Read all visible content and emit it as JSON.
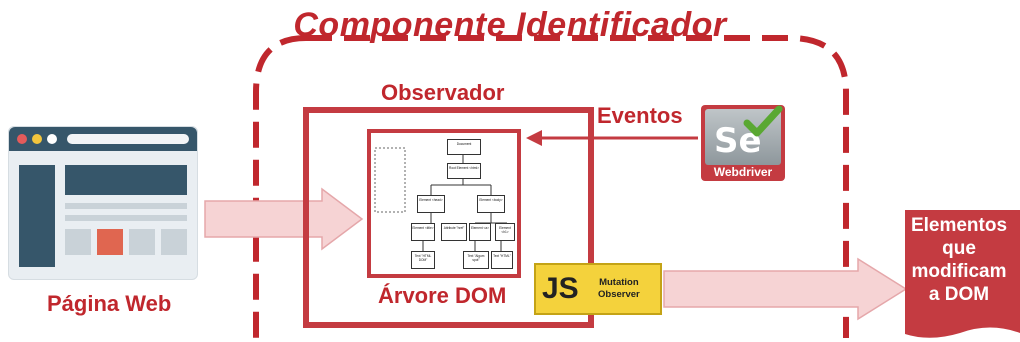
{
  "title": "Componente Identificador",
  "webpage": {
    "label": "Página Web"
  },
  "observer": {
    "label": "Observador",
    "dom_label": "Árvore DOM"
  },
  "events": {
    "label": "Eventos"
  },
  "webdriver": {
    "logo_text": "Se",
    "label": "Webdriver"
  },
  "mutation_observer": {
    "logo_text": "JS",
    "line1": "Mutation",
    "line2": "Observer"
  },
  "output": {
    "lines": [
      "Elementos",
      "que",
      "modificam",
      "a DOM"
    ]
  },
  "dom_tree": {
    "nodes": [
      "Document",
      "Root Element <html>",
      "Element <head>",
      "Element <body>",
      "Element <title>",
      "Attribute \"href\"",
      "Element <a>",
      "Element <h1>",
      "Text \"HTML DOM\"",
      "Text \"Algum spot\"",
      "Text \"HTML\""
    ]
  },
  "colors": {
    "accent": "#c0272d",
    "arrow_fill": "#f6d3d4",
    "arrow_stroke": "#e5a7aa"
  }
}
